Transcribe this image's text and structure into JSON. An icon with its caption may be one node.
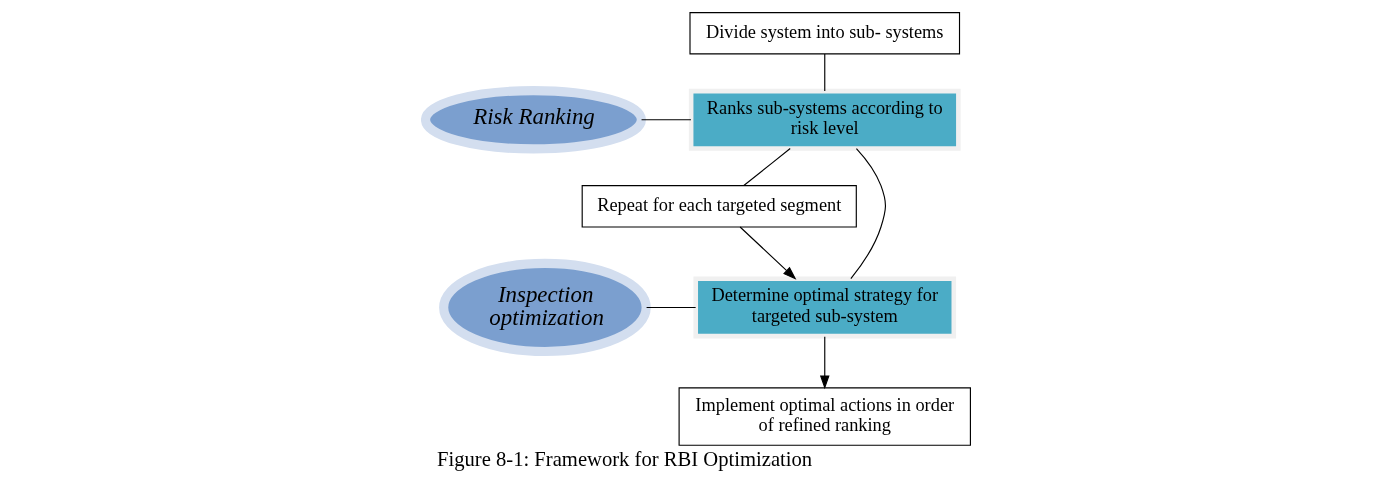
{
  "diagram": {
    "caption": "Figure 8-1: Framework for RBI Optimization",
    "nodes": [
      {
        "text": [
          "Risk Ranking"
        ]
      },
      {
        "text": [
          "Inspection optimization"
        ]
      },
      {
        "text": [
          "Divide system into sub- systems"
        ]
      },
      {
        "text": [
          "Ranks sub-systems according to risk level"
        ]
      },
      {
        "text": [
          "Repeat for each targeted segment"
        ]
      },
      {
        "text": [
          "Determine optimal strategy for targeted sub-system"
        ]
      },
      {
        "text": [
          "Implement optimal actions in order of refined ranking"
        ]
      }
    ],
    "edges": [
      {
        "from": 0,
        "to": 3,
        "arrow": "none"
      },
      {
        "from": 2,
        "to": 3,
        "arrow": "none"
      },
      {
        "from": 3,
        "to": 4,
        "arrow": "none"
      },
      {
        "from": 3,
        "to": 5,
        "arrow": "none"
      },
      {
        "from": 4,
        "to": 5,
        "arrow": "to"
      },
      {
        "from": 1,
        "to": 5,
        "arrow": "none"
      },
      {
        "from": 5,
        "to": 6,
        "arrow": "to"
      }
    ]
  }
}
